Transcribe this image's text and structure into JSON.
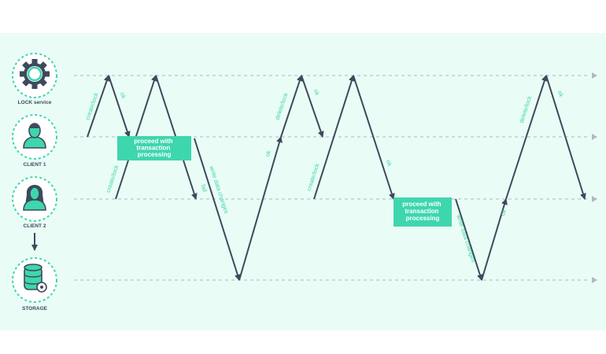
{
  "colors": {
    "background": "#eafcf6",
    "accent": "#3ed6ad",
    "arrow": "#3d4a5c",
    "dashed": "#aeb9c4",
    "label": "#3ed6ad",
    "box_text": "#ffffff"
  },
  "actors": [
    {
      "id": "lock",
      "label": "LOCK service",
      "icon": "gear-icon"
    },
    {
      "id": "client1",
      "label": "CLIENT 1",
      "icon": "male-user-icon"
    },
    {
      "id": "client2",
      "label": "CLIENT 2",
      "icon": "female-user-icon"
    },
    {
      "id": "storage",
      "label": "STORAGE",
      "icon": "database-icon"
    }
  ],
  "messages": [
    {
      "text": "create/lock"
    },
    {
      "text": "ok"
    },
    {
      "text": "create/lock"
    },
    {
      "text": "fail"
    },
    {
      "text": "write data changes"
    },
    {
      "text": "ok"
    },
    {
      "text": "delete/lock"
    },
    {
      "text": "ok"
    },
    {
      "text": "create/lock"
    },
    {
      "text": "ok"
    },
    {
      "text": "write data changes"
    },
    {
      "text": "ok"
    },
    {
      "text": "delete/lock"
    },
    {
      "text": "ok"
    }
  ],
  "process_boxes": [
    {
      "text": "proceed with transaction processing",
      "lines": [
        "proceed with",
        "transaction",
        "processing"
      ]
    },
    {
      "text": "proceed with transaction processing",
      "lines": [
        "proceed with",
        "transaction",
        "processing"
      ]
    }
  ]
}
